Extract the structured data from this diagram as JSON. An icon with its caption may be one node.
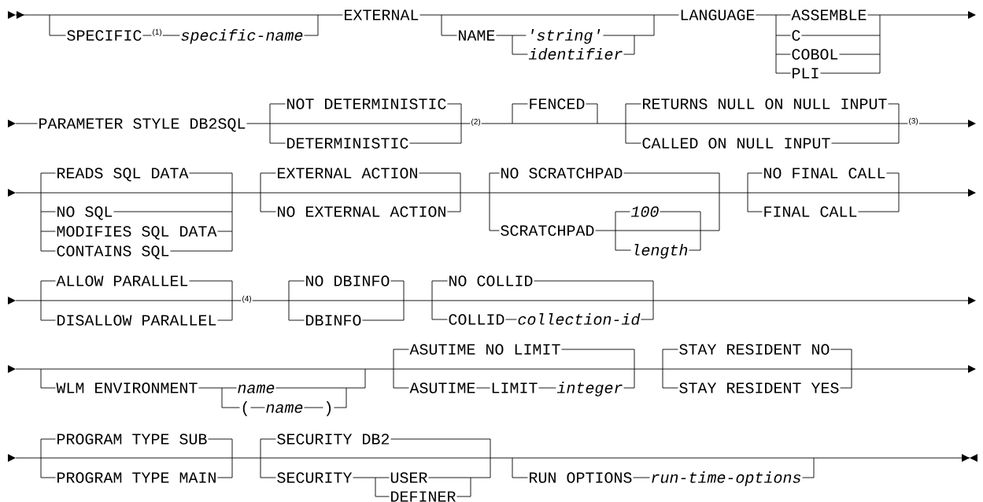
{
  "diagram": {
    "labels": [
      "SPECIFIC",
      "(1)",
      "specific-name",
      "EXTERNAL",
      "NAME",
      "'string'",
      "identifier",
      "LANGUAGE",
      "ASSEMBLE",
      "C",
      "COBOL",
      "PLI",
      "PARAMETER STYLE DB2SQL",
      "NOT DETERMINISTIC",
      "DETERMINISTIC",
      "(2)",
      "FENCED",
      "RETURNS NULL ON NULL INPUT",
      "CALLED ON NULL INPUT",
      "(3)",
      "READS SQL DATA",
      "NO SQL",
      "MODIFIES SQL DATA",
      "CONTAINS SQL",
      "EXTERNAL ACTION",
      "NO EXTERNAL ACTION",
      "NO SCRATCHPAD",
      "SCRATCHPAD",
      "100",
      "length",
      "NO FINAL CALL",
      "FINAL CALL",
      "ALLOW PARALLEL",
      "DISALLOW PARALLEL",
      "(4)",
      "NO DBINFO",
      "DBINFO",
      "NO COLLID",
      "COLLID",
      "collection-id",
      "WLM ENVIRONMENT",
      "name",
      "(",
      "name",
      ")",
      "ASUTIME NO LIMIT",
      "ASUTIME",
      "LIMIT",
      "integer",
      "STAY RESIDENT NO",
      "STAY RESIDENT YES",
      "PROGRAM TYPE SUB",
      "PROGRAM TYPE MAIN",
      "SECURITY DB2",
      "SECURITY",
      "USER",
      "DEFINER",
      "RUN OPTIONS",
      "run-time-options"
    ]
  }
}
